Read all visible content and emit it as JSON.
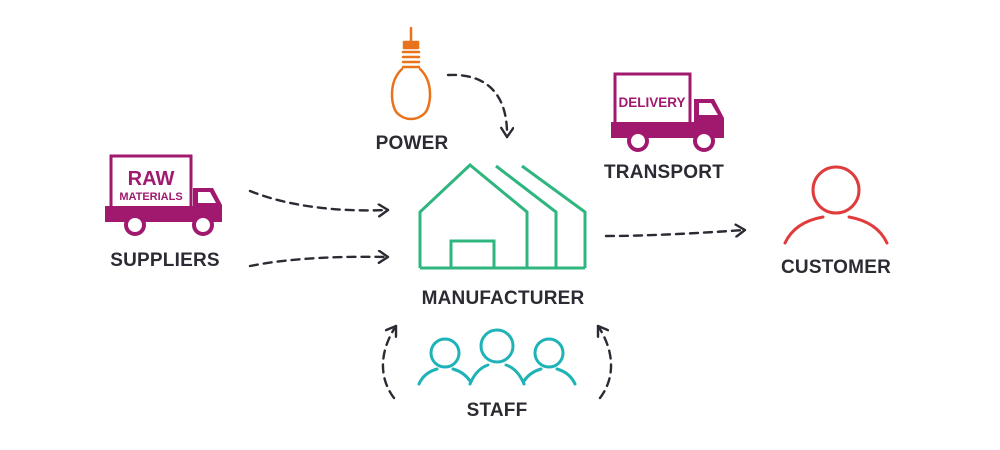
{
  "nodes": {
    "suppliers": {
      "label": "SUPPLIERS",
      "sign_line1": "RAW",
      "sign_line2": "MATERIALS"
    },
    "power": {
      "label": "POWER"
    },
    "manufacturer": {
      "label": "MANUFACTURER"
    },
    "transport": {
      "label": "TRANSPORT",
      "sign": "DELIVERY"
    },
    "customer": {
      "label": "CUSTOMER"
    },
    "staff": {
      "label": "STAFF"
    }
  },
  "icons": {
    "suppliers": "delivery-truck-icon",
    "power": "light-bulb-icon",
    "manufacturer": "factory-icon",
    "transport": "delivery-truck-icon",
    "customer": "person-icon",
    "staff": "people-group-icon"
  },
  "colors": {
    "truck": "#a0196e",
    "power": "#e8731c",
    "manufacturer": "#2fb57e",
    "customer": "#e03c3c",
    "staff": "#1fb3b8",
    "text": "#2b2b33",
    "arrow": "#2b2b33"
  }
}
